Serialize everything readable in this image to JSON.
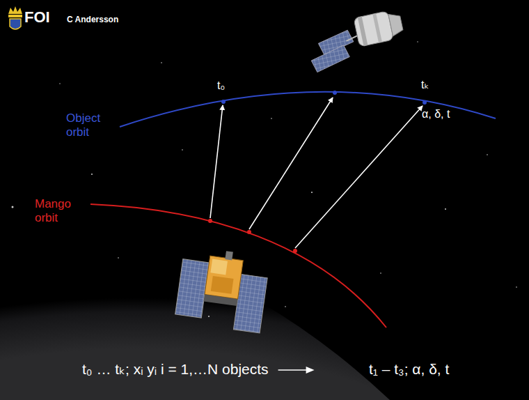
{
  "diagram": {
    "labels": [
      "FOI",
      "C Andersson",
      "t₀",
      "tₖ",
      "α, δ, t",
      "Object orbit",
      "Mango orbit",
      "t₀ … tₖ; xᵢ yᵢ i = 1,…N objects",
      "t₁ – t₃; α, δ, t"
    ]
  }
}
